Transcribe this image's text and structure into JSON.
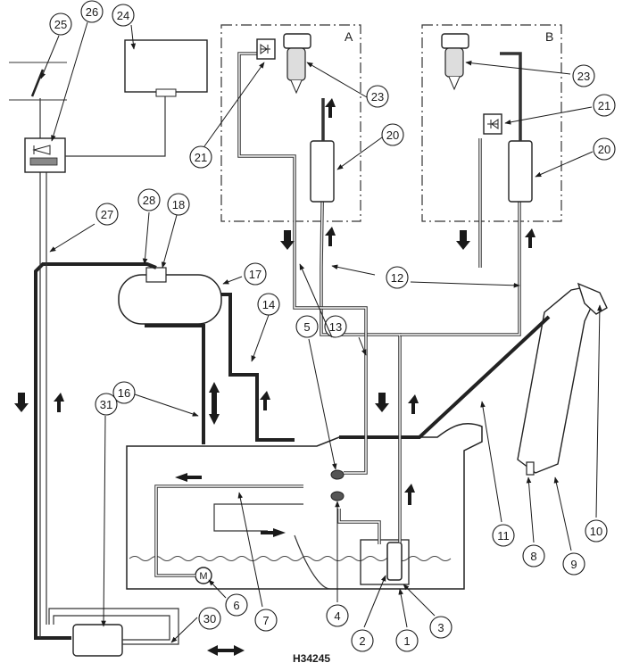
{
  "diagram": {
    "box_labels": {
      "a": "A",
      "b": "B"
    },
    "reference_code": "H34245",
    "callouts": [
      {
        "id": "c1",
        "label": "1"
      },
      {
        "id": "c2",
        "label": "2"
      },
      {
        "id": "c3",
        "label": "3"
      },
      {
        "id": "c4",
        "label": "4"
      },
      {
        "id": "c5",
        "label": "5"
      },
      {
        "id": "c6",
        "label": "6"
      },
      {
        "id": "c7",
        "label": "7"
      },
      {
        "id": "c8",
        "label": "8"
      },
      {
        "id": "c9",
        "label": "9"
      },
      {
        "id": "c10",
        "label": "10"
      },
      {
        "id": "c11",
        "label": "11"
      },
      {
        "id": "c12",
        "label": "12"
      },
      {
        "id": "c13",
        "label": "13"
      },
      {
        "id": "c14",
        "label": "14"
      },
      {
        "id": "c16",
        "label": "16"
      },
      {
        "id": "c17",
        "label": "17"
      },
      {
        "id": "c18",
        "label": "18"
      },
      {
        "id": "c20a",
        "label": "20"
      },
      {
        "id": "c20b",
        "label": "20"
      },
      {
        "id": "c21a",
        "label": "21"
      },
      {
        "id": "c21b",
        "label": "21"
      },
      {
        "id": "c23a",
        "label": "23"
      },
      {
        "id": "c23b",
        "label": "23"
      },
      {
        "id": "c24",
        "label": "24"
      },
      {
        "id": "c25",
        "label": "25"
      },
      {
        "id": "c26",
        "label": "26"
      },
      {
        "id": "c27",
        "label": "27"
      },
      {
        "id": "c28",
        "label": "28"
      },
      {
        "id": "c30",
        "label": "30"
      },
      {
        "id": "c31",
        "label": "31"
      }
    ],
    "pump_symbol": "M"
  }
}
